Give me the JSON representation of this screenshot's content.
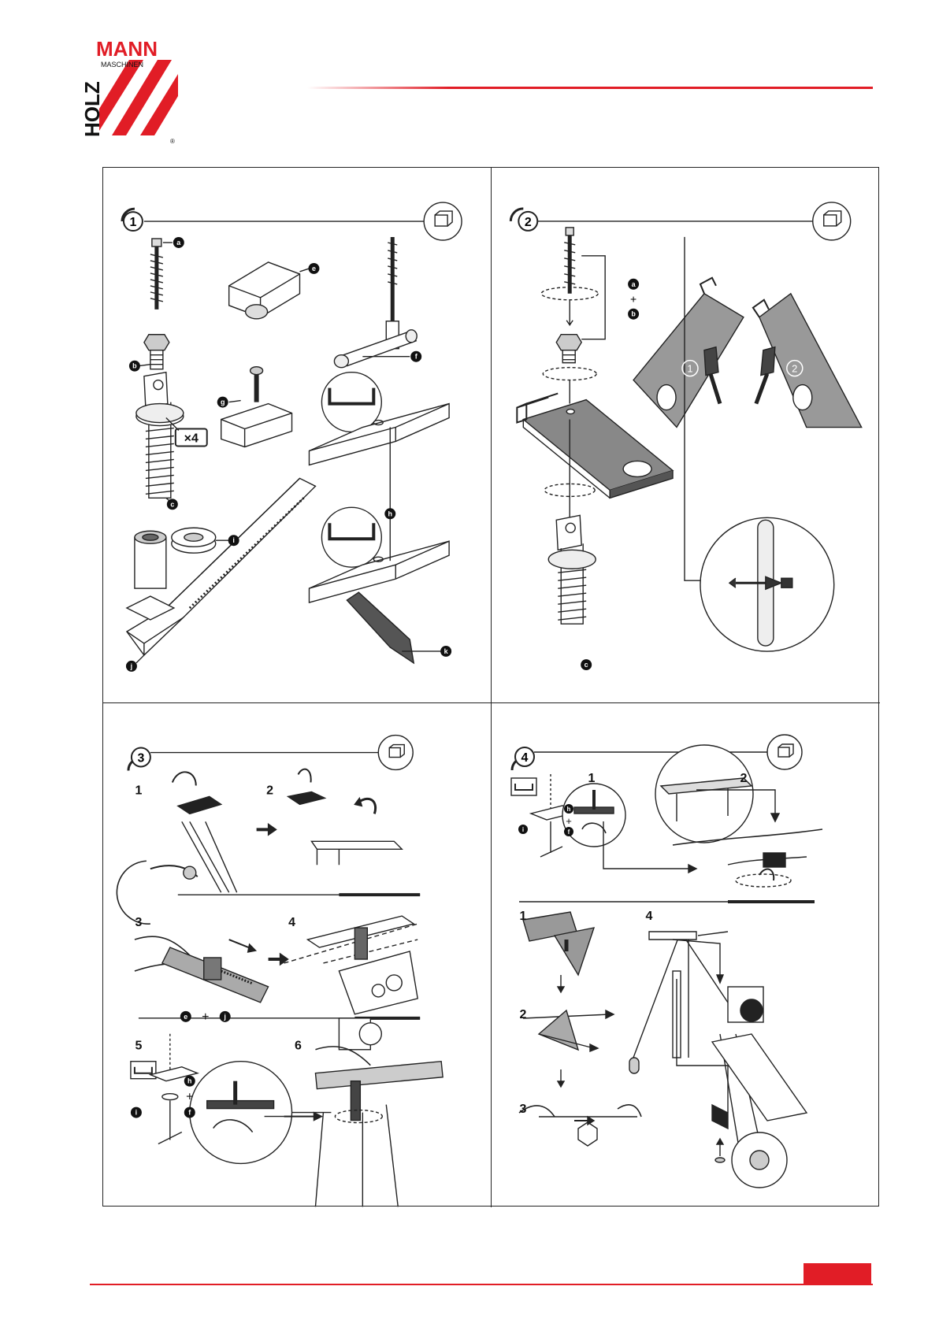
{
  "brand": {
    "name_top": "MANN",
    "name_side": "HOLZ",
    "sub": "MASCHINEN",
    "reg": "®",
    "color": "#e11d26"
  },
  "panels": [
    {
      "step": "1",
      "labels": [
        "a",
        "b",
        "c",
        "e",
        "f",
        "g",
        "h",
        "i",
        "j",
        "k"
      ],
      "qty": "×4"
    },
    {
      "step": "2",
      "labels": [
        "a",
        "+",
        "b",
        "c"
      ],
      "sub": [
        "1",
        "2"
      ]
    },
    {
      "step": "3",
      "sub": [
        "1",
        "2",
        "3",
        "4",
        "5",
        "6"
      ],
      "labels": [
        "e",
        "+",
        "j",
        "h",
        "i",
        "f",
        "+"
      ]
    },
    {
      "step": "4",
      "sub": [
        "1",
        "2",
        "1",
        "2",
        "3",
        "4"
      ],
      "labels": [
        "h",
        "i",
        "f",
        "+"
      ]
    }
  ]
}
